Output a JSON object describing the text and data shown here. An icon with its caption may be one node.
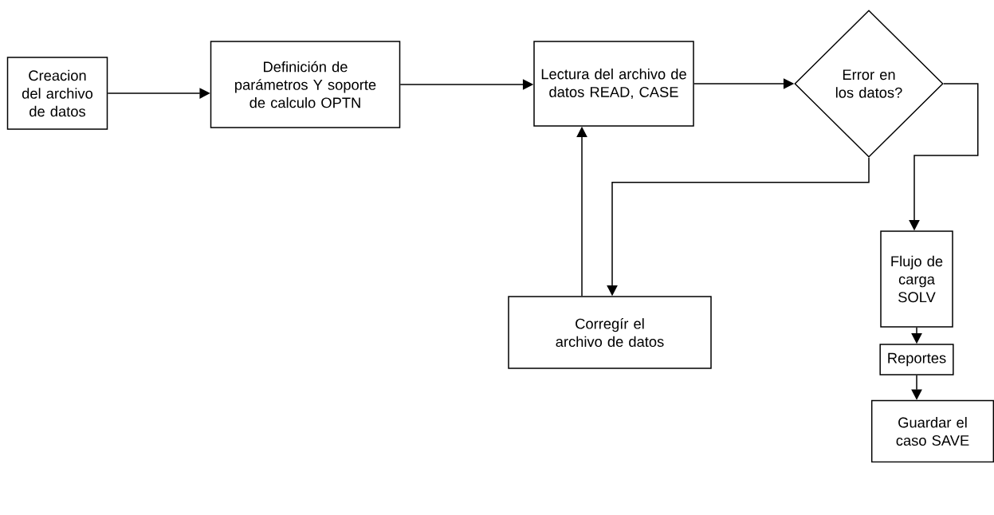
{
  "diagram": {
    "nodes": [
      {
        "text": [
          "Creacion del archivo de datos"
        ]
      },
      {
        "text": [
          "Definición de parámetros Y soporte de calculo OPTN"
        ]
      },
      {
        "text": [
          "Lectura del archivo de datos READ, CASE"
        ]
      },
      {
        "text": [
          "Error en los datos?"
        ]
      },
      {
        "text": [
          "Corregír el archivo de datos"
        ]
      },
      {
        "text": [
          "Flujo de carga SOLV"
        ]
      },
      {
        "text": [
          "Reportes"
        ]
      },
      {
        "text": [
          "Guardar el caso SAVE"
        ]
      }
    ],
    "edges": [
      {
        "from": 0,
        "to": 1,
        "arrow": "to"
      },
      {
        "from": 1,
        "to": 2,
        "arrow": "to"
      },
      {
        "from": 2,
        "to": 3,
        "arrow": "to"
      },
      {
        "from": 3,
        "to": 4,
        "arrow": "to"
      },
      {
        "from": 4,
        "to": 2,
        "arrow": "to"
      },
      {
        "from": 3,
        "to": 5,
        "arrow": "to"
      },
      {
        "from": 5,
        "to": 6,
        "arrow": "to"
      },
      {
        "from": 6,
        "to": 7,
        "arrow": "to"
      }
    ]
  }
}
